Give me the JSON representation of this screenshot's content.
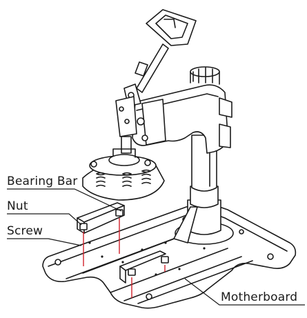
{
  "labels": {
    "bearing_bar": "Bearing Bar",
    "nut": "Nut",
    "screw": "Screw",
    "motherboard": "Motherboard"
  },
  "colors": {
    "line": "#1a1a1a",
    "screw_highlight": "#d0202a",
    "background": "#ffffff"
  }
}
